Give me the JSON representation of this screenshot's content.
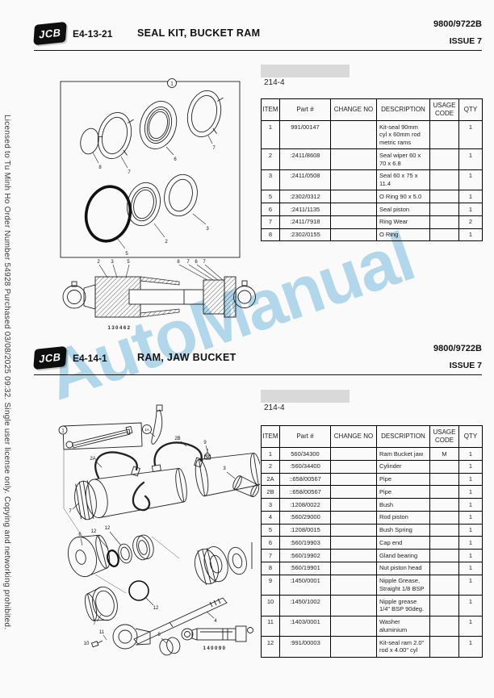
{
  "license_text": "Licensed to Tu Minh Ho  Order Number 54928  Purchased 03/08/2025 09:32. Single user license only.  Copying and networking prohibited.",
  "watermark": {
    "text": "AutoManual",
    "color": "#a9d6ec"
  },
  "sections": [
    {
      "logo_text": "JCB",
      "code": "E4-13-21",
      "title": "SEAL KIT, BUCKET RAM",
      "doc_number": "9800/9722B",
      "issue": "ISSUE 7",
      "page_ref": "214-4",
      "figure_number": "130462",
      "table": {
        "headers": [
          "ITEM",
          "Part #",
          "CHANGE NO",
          "DESCRIPTION",
          "USAGE CODE",
          "QTY"
        ],
        "rows": [
          [
            "1",
            "991/00147",
            "",
            "Kit-seal 90mm cyl x 60mm rod metric rams",
            "",
            "1"
          ],
          [
            "2",
            ":2411/8608",
            "",
            "Seal wiper 60 x 70 x 6.8",
            "",
            "1"
          ],
          [
            "3",
            ":2411/0508",
            "",
            "Seal 60 x 75 x 11.4",
            "",
            "1"
          ],
          [
            "5",
            ":2302/0312",
            "",
            "O Ring 90 x 5.0",
            "",
            "1"
          ],
          [
            "6",
            ":2411/1135",
            "",
            "Seal piston",
            "",
            "1"
          ],
          [
            "7",
            ":2411/7918",
            "",
            "Ring Wear",
            "",
            "2"
          ],
          [
            "8",
            ":2302/0155",
            "",
            "O Ring",
            "",
            "1"
          ]
        ]
      },
      "callouts": [
        "1",
        "8",
        "7",
        "6",
        "7",
        "5",
        "2",
        "3",
        "2",
        "3",
        "5",
        "8",
        "7",
        "6",
        "7"
      ]
    },
    {
      "logo_text": "JCB",
      "code": "E4-14-1",
      "title": "RAM, JAW BUCKET",
      "doc_number": "9800/9722B",
      "issue": "ISSUE 7",
      "page_ref": "214-4",
      "figure_number": "140090",
      "table": {
        "headers": [
          "ITEM",
          "Part #",
          "CHANGE NO",
          "DESCRIPTION",
          "USAGE CODE",
          "QTY"
        ],
        "rows": [
          [
            "1",
            "560/34300",
            "",
            "Ram Bucket jaw",
            "M",
            "1"
          ],
          [
            "2",
            ":560/34400",
            "",
            "Cylinder",
            "",
            "1"
          ],
          [
            "2A",
            "::658/00567",
            "",
            "Pipe",
            "",
            "1"
          ],
          [
            "2B",
            "::658/00567",
            "",
            "Pipe",
            "",
            "1"
          ],
          [
            "3",
            ":1208/0022",
            "",
            "Bush",
            "",
            "1"
          ],
          [
            "4",
            ":560/29000",
            "",
            "Rod piston",
            "",
            "1"
          ],
          [
            "5",
            ":1208/0015",
            "",
            "Bush Spring",
            "",
            "1"
          ],
          [
            "6",
            ":560/19903",
            "",
            "Cap end",
            "",
            "1"
          ],
          [
            "7",
            ":560/19902",
            "",
            "Gland bearing",
            "",
            "1"
          ],
          [
            "8",
            ":560/19901",
            "",
            "Nut piston head",
            "",
            "1"
          ],
          [
            "9",
            ":1450/0001",
            "",
            "Nipple Grease, Straight 1/8 BSP",
            "",
            "1"
          ],
          [
            "10",
            ":1450/1002",
            "",
            "Nipple grease 1/4\" BSP 90deg.",
            "",
            "1"
          ],
          [
            "11",
            ":1403/0001",
            "",
            "Washer aluminium",
            "",
            "1"
          ],
          [
            "12",
            ":991/00003",
            "",
            "Kit-seal ram 2.0\" rod x 4.00\" cyl",
            "",
            "1"
          ]
        ]
      },
      "callouts": [
        "1",
        "1A",
        "2A",
        "2B",
        "9",
        "3",
        "7",
        "6",
        "12",
        "12",
        "12",
        "7",
        "4",
        "8",
        "11",
        "10"
      ]
    }
  ]
}
